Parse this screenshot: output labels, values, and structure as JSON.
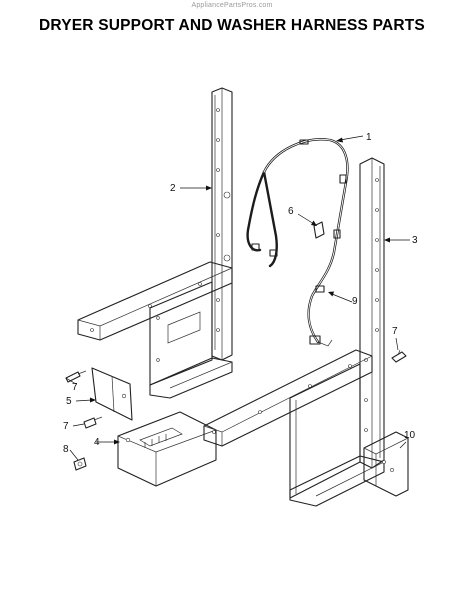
{
  "header": {
    "watermark": "AppliancePartsPros.com",
    "title": "DRYER SUPPORT AND WASHER HARNESS PARTS"
  },
  "callouts": [
    "1",
    "2",
    "3",
    "4",
    "5",
    "6",
    "7",
    "7",
    "7",
    "8",
    "9",
    "10"
  ]
}
